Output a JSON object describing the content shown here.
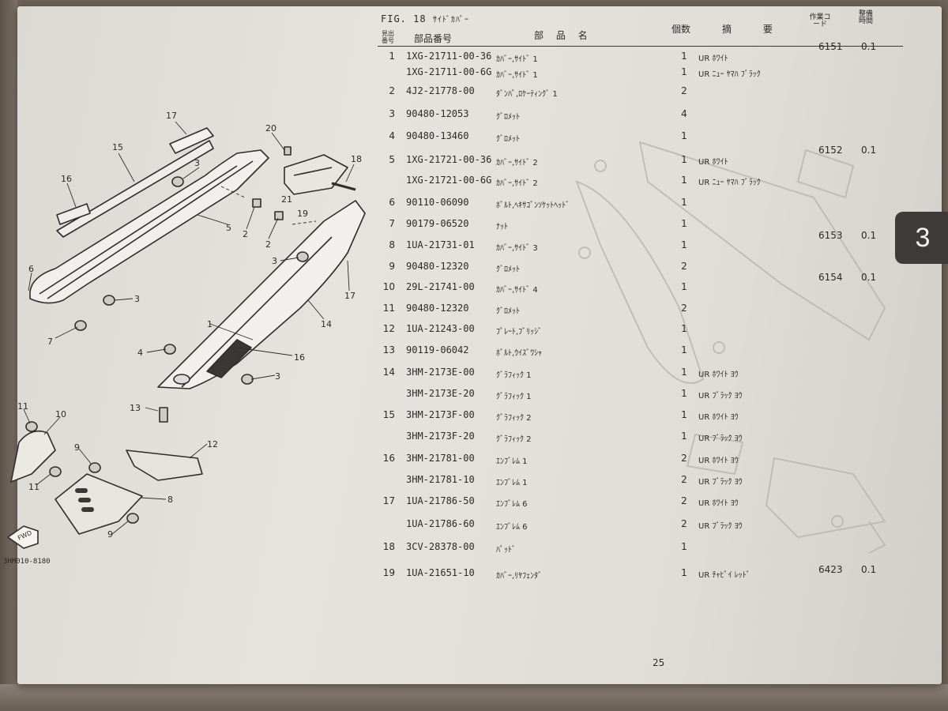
{
  "figure": {
    "label": "FIG. 18",
    "title": "ｻｲﾄﾞｶﾊﾞｰ"
  },
  "headers": {
    "ref_no": "見出番号",
    "part_no": "部品番号",
    "part_name": "部 品 名",
    "qty": "個数",
    "remarks": "摘 要",
    "work_code": "作業コード",
    "time": "整備時間"
  },
  "rows": [
    {
      "no": "1",
      "part": "1XG-21711-00-36",
      "name": "ｶﾊﾞｰ,ｻｲﾄﾞ 1",
      "qty": "1",
      "remarks": "UR ﾎﾜｲﾄ",
      "code": "6151",
      "time": "0.1"
    },
    {
      "no": "",
      "part": "1XG-21711-00-6G",
      "name": "ｶﾊﾞｰ,ｻｲﾄﾞ 1",
      "qty": "1",
      "remarks": "UR ﾆｭｰ ﾔﾏﾊ ﾌﾞﾗｯｸ",
      "code": "",
      "time": ""
    },
    {
      "no": "2",
      "part": "4J2-21778-00",
      "name": "ﾀﾞﾝﾊﾟ,ﾛｹｰﾃｨﾝｸﾞ 1",
      "qty": "2",
      "remarks": "",
      "code": "",
      "time": ""
    },
    {
      "no": "3",
      "part": "90480-12053",
      "name": "ｸﾞﾛﾒｯﾄ",
      "qty": "4",
      "remarks": "",
      "code": "",
      "time": ""
    },
    {
      "no": "4",
      "part": "90480-13460",
      "name": "ｸﾞﾛﾒｯﾄ",
      "qty": "1",
      "remarks": "",
      "code": "",
      "time": ""
    },
    {
      "no": "5",
      "part": "1XG-21721-00-36",
      "name": "ｶﾊﾞｰ,ｻｲﾄﾞ 2",
      "qty": "1",
      "remarks": "UR ﾎﾜｲﾄ",
      "code": "6152",
      "time": "0.1"
    },
    {
      "no": "",
      "part": "1XG-21721-00-6G",
      "name": "ｶﾊﾞｰ,ｻｲﾄﾞ 2",
      "qty": "1",
      "remarks": "UR ﾆｭｰ ﾔﾏﾊ ﾌﾞﾗｯｸ",
      "code": "",
      "time": ""
    },
    {
      "no": "6",
      "part": "90110-06090",
      "name": "ﾎﾞﾙﾄ,ﾍｷｻｺﾞﾝｿｹｯﾄﾍｯﾄﾞ",
      "qty": "1",
      "remarks": "",
      "code": "",
      "time": ""
    },
    {
      "no": "7",
      "part": "90179-06520",
      "name": "ﾅｯﾄ",
      "qty": "1",
      "remarks": "",
      "code": "",
      "time": ""
    },
    {
      "no": "8",
      "part": "1UA-21731-01",
      "name": "ｶﾊﾞｰ,ｻｲﾄﾞ 3",
      "qty": "1",
      "remarks": "",
      "code": "6153",
      "time": "0.1"
    },
    {
      "no": "9",
      "part": "90480-12320",
      "name": "ｸﾞﾛﾒｯﾄ",
      "qty": "2",
      "remarks": "",
      "code": "",
      "time": ""
    },
    {
      "no": "10",
      "part": "29L-21741-00",
      "name": "ｶﾊﾞｰ,ｻｲﾄﾞ 4",
      "qty": "1",
      "remarks": "",
      "code": "6154",
      "time": "0.1"
    },
    {
      "no": "11",
      "part": "90480-12320",
      "name": "ｸﾞﾛﾒｯﾄ",
      "qty": "2",
      "remarks": "",
      "code": "",
      "time": ""
    },
    {
      "no": "12",
      "part": "1UA-21243-00",
      "name": "ﾌﾟﾚｰﾄ,ﾌﾞﾘｯｼﾞ",
      "qty": "1",
      "remarks": "",
      "code": "",
      "time": ""
    },
    {
      "no": "13",
      "part": "90119-06042",
      "name": "ﾎﾞﾙﾄ,ｳｲｽﾞﾜｼｬ",
      "qty": "1",
      "remarks": "",
      "code": "",
      "time": ""
    },
    {
      "no": "14",
      "part": "3HM-2173E-00",
      "name": "ｸﾞﾗﾌｨｯｸ 1",
      "qty": "1",
      "remarks": "UR ﾎﾜｲﾄ ﾖｳ",
      "code": "",
      "time": ""
    },
    {
      "no": "",
      "part": "3HM-2173E-20",
      "name": "ｸﾞﾗﾌｨｯｸ 1",
      "qty": "1",
      "remarks": "UR ﾌﾞﾗｯｸ ﾖｳ",
      "code": "",
      "time": ""
    },
    {
      "no": "15",
      "part": "3HM-2173F-00",
      "name": "ｸﾞﾗﾌｨｯｸ 2",
      "qty": "1",
      "remarks": "UR ﾎﾜｲﾄ ﾖｳ",
      "code": "",
      "time": ""
    },
    {
      "no": "",
      "part": "3HM-2173F-20",
      "name": "ｸﾞﾗﾌｨｯｸ 2",
      "qty": "1",
      "remarks": "UR ﾌﾞﾗｯｸ ﾖｳ",
      "code": "",
      "time": ""
    },
    {
      "no": "16",
      "part": "3HM-21781-00",
      "name": "ｴﾝﾌﾞﾚﾑ 1",
      "qty": "2",
      "remarks": "UR ﾎﾜｲﾄ ﾖｳ",
      "code": "",
      "time": ""
    },
    {
      "no": "",
      "part": "3HM-21781-10",
      "name": "ｴﾝﾌﾞﾚﾑ 1",
      "qty": "2",
      "remarks": "UR ﾌﾞﾗｯｸ ﾖｳ",
      "code": "",
      "time": ""
    },
    {
      "no": "17",
      "part": "1UA-21786-50",
      "name": "ｴﾝﾌﾞﾚﾑ 6",
      "qty": "2",
      "remarks": "UR ﾎﾜｲﾄ ﾖｳ",
      "code": "",
      "time": ""
    },
    {
      "no": "",
      "part": "1UA-21786-60",
      "name": "ｴﾝﾌﾞﾚﾑ 6",
      "qty": "2",
      "remarks": "UR ﾌﾞﾗｯｸ ﾖｳ",
      "code": "",
      "time": ""
    },
    {
      "no": "18",
      "part": "3CV-28378-00",
      "name": "ﾊﾟｯﾄﾞ",
      "qty": "1",
      "remarks": "",
      "code": "",
      "time": ""
    },
    {
      "no": "19",
      "part": "1UA-21651-10",
      "name": "ｶﾊﾞｰ,ﾘﾔﾌｪﾝﾀﾞ",
      "qty": "1",
      "remarks": "UR ﾁｬﾋﾟｲ ﾚｯﾄﾞ",
      "code": "6423",
      "time": "0.1"
    }
  ],
  "section_tab": "3",
  "page_number": "25",
  "figure_code": "3HM010-8180",
  "fwd_label": "FWD",
  "callouts": [
    "17",
    "15",
    "16",
    "3",
    "20",
    "18",
    "21",
    "19",
    "5",
    "2",
    "2",
    "3",
    "6",
    "3",
    "7",
    "1",
    "14",
    "17",
    "4",
    "16",
    "3",
    "13",
    "12",
    "11",
    "10",
    "9",
    "11",
    "8",
    "9"
  ]
}
